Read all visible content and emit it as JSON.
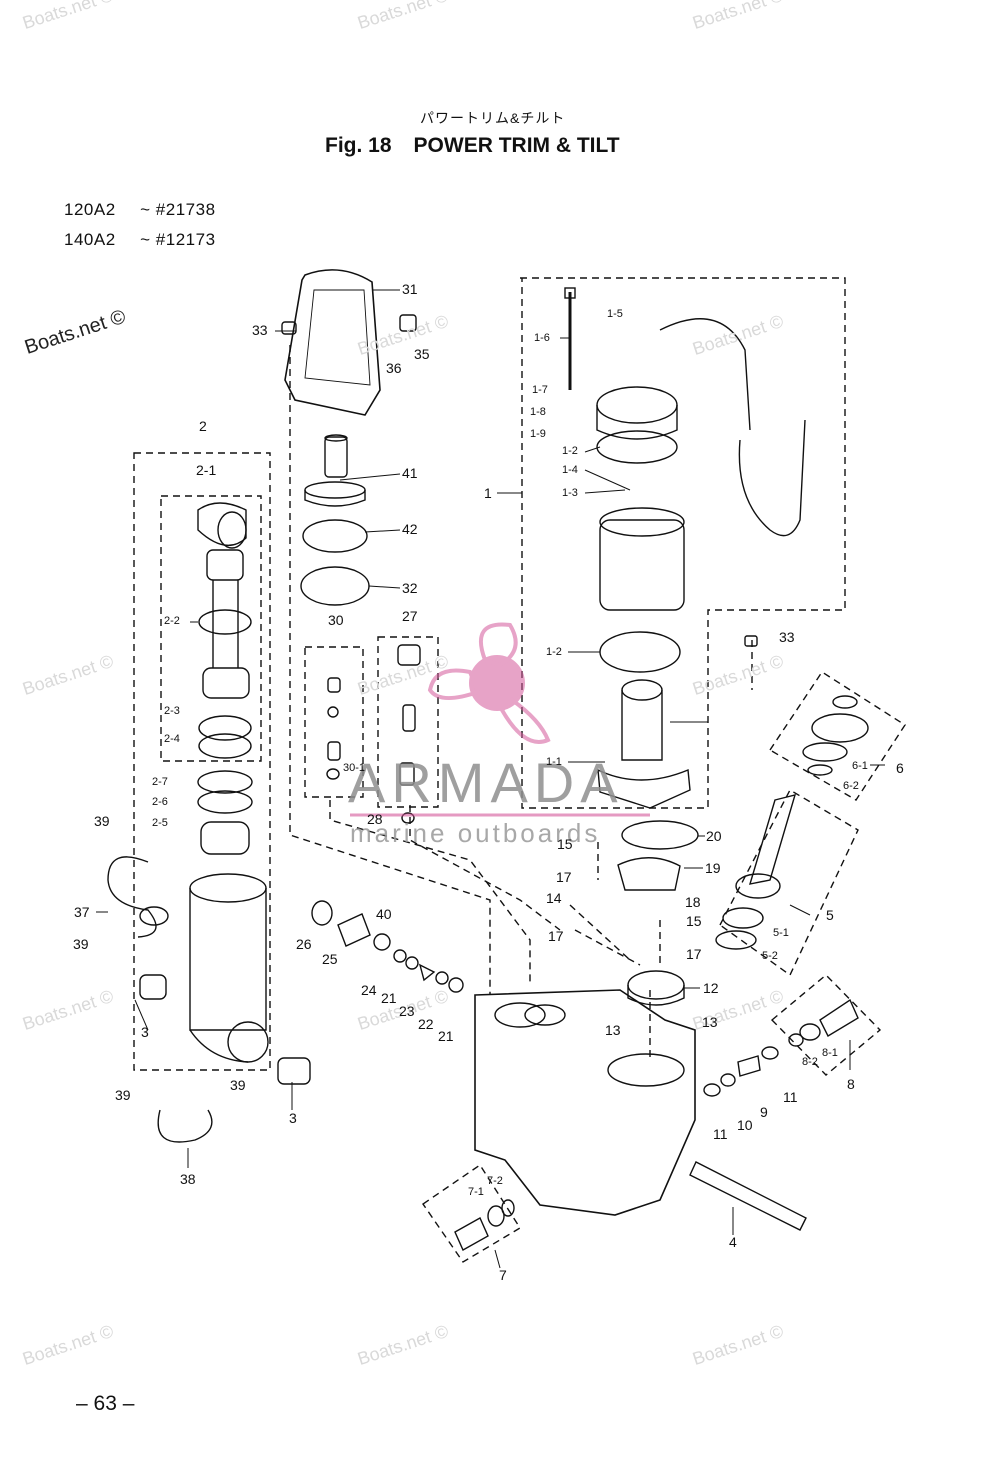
{
  "header": {
    "jp_title": "パワートリム&チルト",
    "fig_label": "Fig. 18",
    "title": "POWER TRIM & TILT"
  },
  "models": [
    {
      "model": "120A2",
      "serial": "~ #21738"
    },
    {
      "model": "140A2",
      "serial": "~ #12173"
    }
  ],
  "watermark": {
    "text": "Boats.net ©",
    "logo_text": "ARMADA",
    "logo_subtext": "marine outboards"
  },
  "page_number": "– 63 –",
  "callouts": [
    "31",
    "33",
    "35",
    "36",
    "2",
    "2-1",
    "41",
    "42",
    "32",
    "2-2",
    "30",
    "27",
    "2-3",
    "2-4",
    "2-7",
    "2-6",
    "2-5",
    "39",
    "37",
    "39",
    "3",
    "39",
    "39",
    "3",
    "38",
    "26",
    "25",
    "40",
    "24",
    "21",
    "23",
    "22",
    "21",
    "28",
    "30-1",
    "1",
    "1-5",
    "1-6",
    "1-7",
    "1-8",
    "1-9",
    "1-2",
    "1-4",
    "1-3",
    "1-2",
    "1-1",
    "33",
    "6",
    "6-1",
    "6-2",
    "5",
    "5-1",
    "5-2",
    "20",
    "15",
    "19",
    "17",
    "14",
    "18",
    "15",
    "17",
    "17",
    "12",
    "13",
    "13",
    "8",
    "8-1",
    "8-2",
    "11",
    "9",
    "10",
    "11",
    "4",
    "7",
    "7-1",
    "7-2"
  ]
}
